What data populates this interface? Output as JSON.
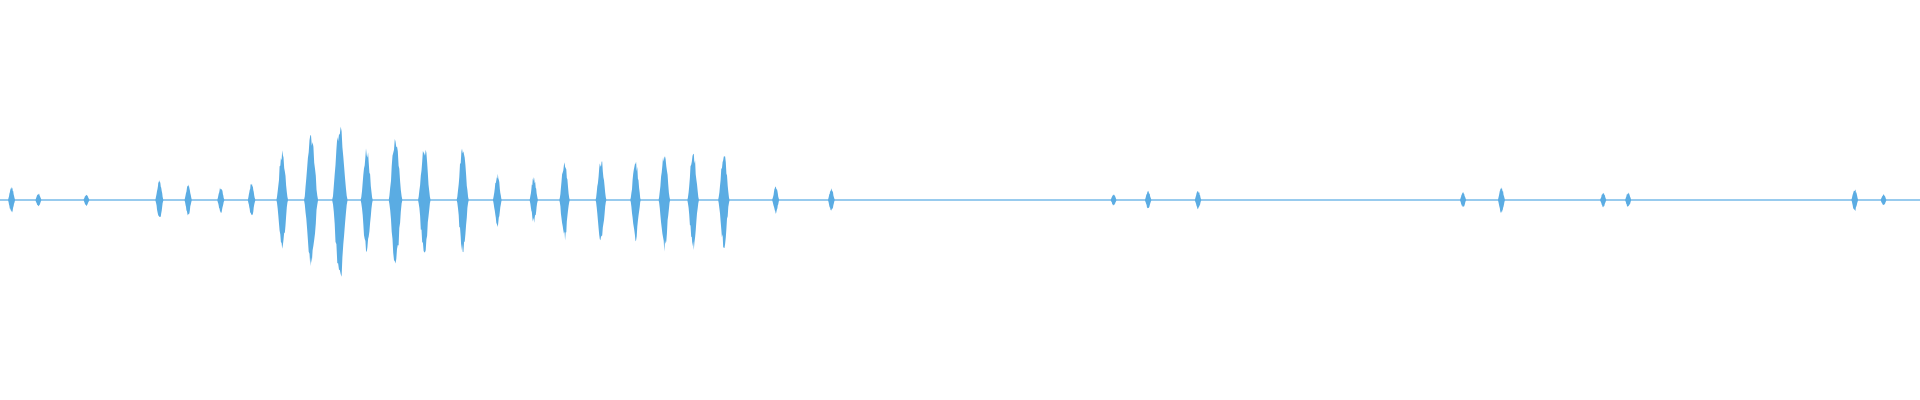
{
  "waveform": {
    "color": "#5aace3",
    "bursts": [
      {
        "t": 0.006,
        "amp": 0.07
      },
      {
        "t": 0.02,
        "amp": 0.035
      },
      {
        "t": 0.045,
        "amp": 0.03
      },
      {
        "t": 0.083,
        "amp": 0.11
      },
      {
        "t": 0.098,
        "amp": 0.08
      },
      {
        "t": 0.115,
        "amp": 0.07
      },
      {
        "t": 0.131,
        "amp": 0.09
      },
      {
        "t": 0.147,
        "amp": 0.26
      },
      {
        "t": 0.162,
        "amp": 0.37
      },
      {
        "t": 0.177,
        "amp": 0.43
      },
      {
        "t": 0.191,
        "amp": 0.28
      },
      {
        "t": 0.206,
        "amp": 0.35
      },
      {
        "t": 0.221,
        "amp": 0.3
      },
      {
        "t": 0.241,
        "amp": 0.28
      },
      {
        "t": 0.259,
        "amp": 0.14
      },
      {
        "t": 0.278,
        "amp": 0.12
      },
      {
        "t": 0.294,
        "amp": 0.21
      },
      {
        "t": 0.313,
        "amp": 0.22
      },
      {
        "t": 0.331,
        "amp": 0.21
      },
      {
        "t": 0.346,
        "amp": 0.26
      },
      {
        "t": 0.361,
        "amp": 0.26
      },
      {
        "t": 0.377,
        "amp": 0.25
      },
      {
        "t": 0.404,
        "amp": 0.07
      },
      {
        "t": 0.433,
        "amp": 0.06
      },
      {
        "t": 0.58,
        "amp": 0.03
      },
      {
        "t": 0.598,
        "amp": 0.05
      },
      {
        "t": 0.624,
        "amp": 0.05
      },
      {
        "t": 0.762,
        "amp": 0.04
      },
      {
        "t": 0.782,
        "amp": 0.07
      },
      {
        "t": 0.835,
        "amp": 0.04
      },
      {
        "t": 0.848,
        "amp": 0.04
      },
      {
        "t": 0.966,
        "amp": 0.06
      },
      {
        "t": 0.981,
        "amp": 0.03
      }
    ]
  }
}
